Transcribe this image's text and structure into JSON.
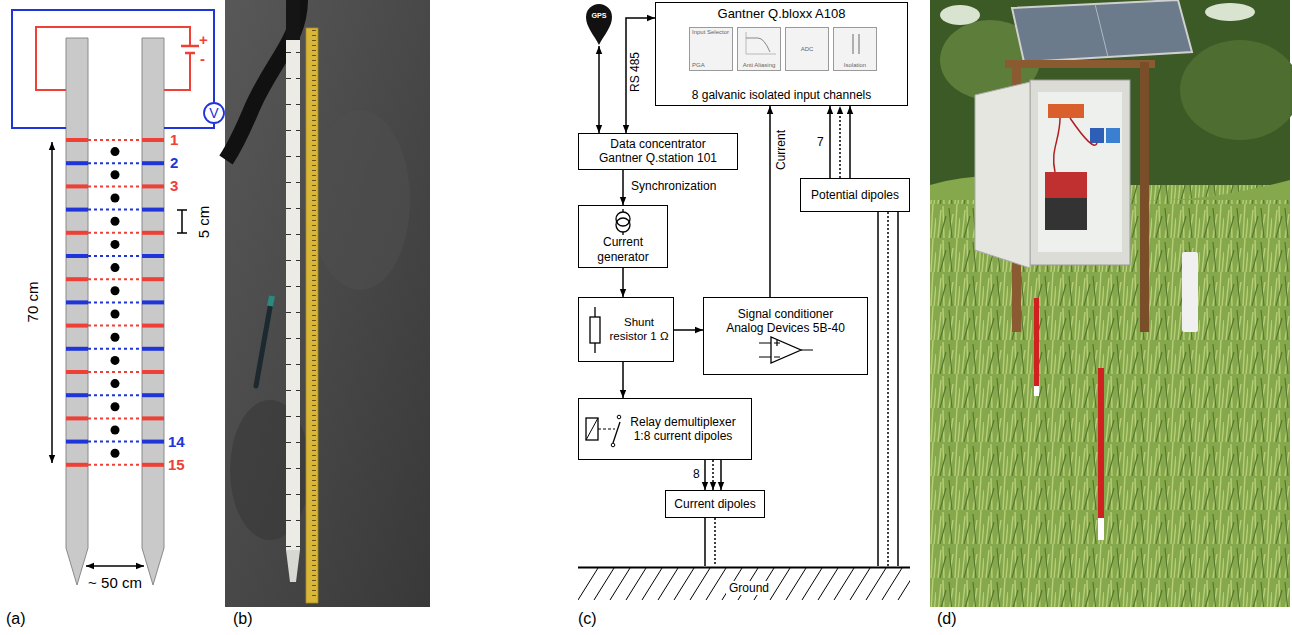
{
  "diagram": {
    "nodes": [
      {
        "text": [
          "V"
        ]
      },
      {
        "text": [
          "GPS"
        ]
      },
      {
        "text": [
          "Gantner Q.bloxx A108",
          "8 galvanic isolated input channels"
        ]
      },
      {
        "text": [
          "Input Selector",
          "PGA"
        ],
        "in": 2
      },
      {
        "text": [
          "Anti Aliasing"
        ],
        "in": 2
      },
      {
        "text": [
          "ADC"
        ],
        "in": 2
      },
      {
        "text": [
          "Isolation"
        ],
        "in": 2
      },
      {
        "text": [
          "Data concentrator Gantner Q.station 101"
        ]
      },
      {
        "text": [
          "Current generator"
        ]
      },
      {
        "text": [
          "Potential dipoles"
        ]
      },
      {
        "text": [
          "Shunt resistor 1 Ω"
        ]
      },
      {
        "text": [
          "Signal conditioner Analog Devices 5B-40"
        ]
      },
      {
        "text": [
          "Relay demultiplexer 1:8 current dipoles"
        ]
      },
      {
        "text": [
          "Current dipoles"
        ]
      },
      {
        "text": [
          "Ground"
        ]
      }
    ],
    "edges": [
      {
        "from": 1,
        "to": 7,
        "arrow": "both"
      },
      {
        "from": 7,
        "to": 2,
        "label": "RS 485",
        "arrow": "both"
      },
      {
        "from": 7,
        "to": 8,
        "label": "Synchronization",
        "arrow": "to"
      },
      {
        "from": 8,
        "to": 10,
        "arrow": "to"
      },
      {
        "from": 10,
        "to": 11,
        "arrow": "to"
      },
      {
        "from": 11,
        "to": 2,
        "label": "Current",
        "arrow": "to"
      },
      {
        "from": 10,
        "to": 12,
        "arrow": "to"
      },
      {
        "from": 12,
        "to": 13,
        "label": "8",
        "arrow": "to"
      },
      {
        "from": 9,
        "to": 2,
        "label": "7",
        "arrow": "to"
      },
      {
        "from": 13,
        "to": 14,
        "arrow": "none"
      },
      {
        "from": 9,
        "to": 14,
        "arrow": "none"
      }
    ],
    "labels": [
      "(a)",
      "+",
      "-",
      "1",
      "2",
      "3",
      "5 cm",
      "70 cm",
      "14",
      "15",
      "~ 50 cm",
      "(b)",
      "(c)",
      "(d)"
    ]
  }
}
